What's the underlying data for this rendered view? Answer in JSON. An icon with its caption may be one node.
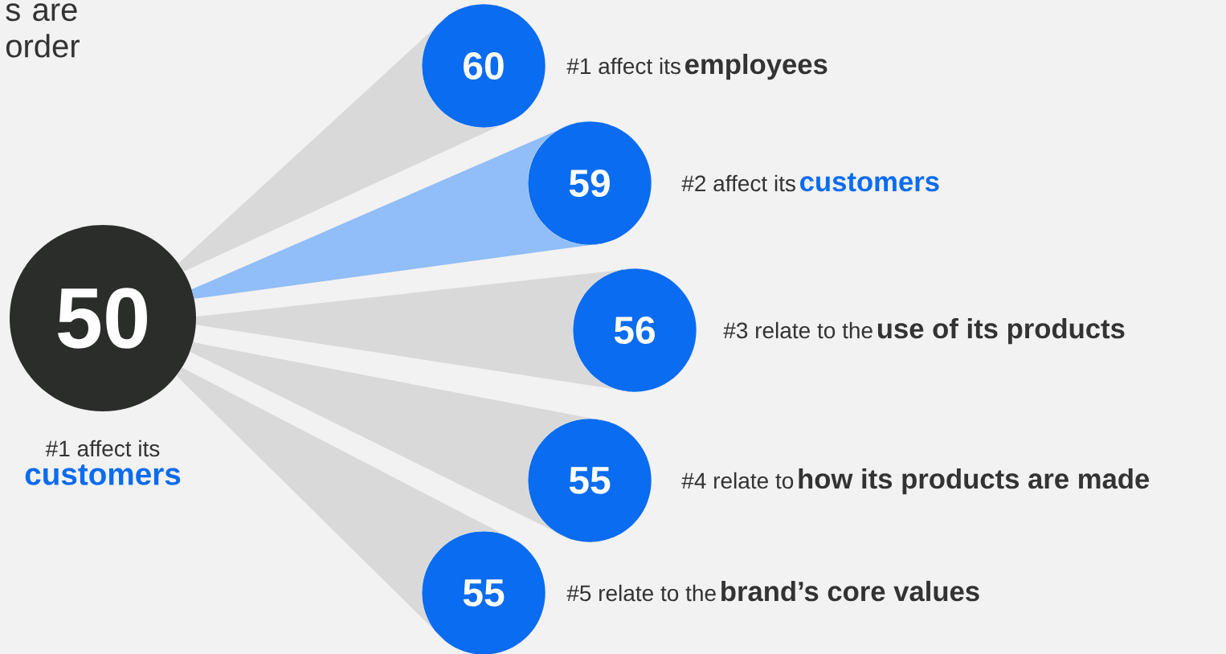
{
  "diagram": {
    "nodes": [
      {
        "text": [
          "50"
        ],
        "beside": [
          "#1 affect its",
          "customers"
        ]
      },
      {
        "text": [
          "60"
        ],
        "beside": [
          "#1 affect its",
          "employees"
        ]
      },
      {
        "text": [
          "59"
        ],
        "beside": [
          "#2 affect its",
          "customers"
        ]
      },
      {
        "text": [
          "56"
        ],
        "beside": [
          "#3 relate to the",
          "use of its products"
        ]
      },
      {
        "text": [
          "55"
        ],
        "beside": [
          "#4 relate to",
          "how its products are made"
        ]
      },
      {
        "text": [
          "55"
        ],
        "beside": [
          "#5 relate to the",
          "brand’s core values"
        ]
      }
    ],
    "edges": [
      {
        "from": 0,
        "to": 1,
        "arrow": "none"
      },
      {
        "from": 0,
        "to": 2,
        "arrow": "none",
        "color": "#0a6cf0"
      },
      {
        "from": 0,
        "to": 3,
        "arrow": "none"
      },
      {
        "from": 0,
        "to": 4,
        "arrow": "none"
      },
      {
        "from": 0,
        "to": 5,
        "arrow": "none"
      }
    ],
    "labels": [
      "s are order"
    ]
  }
}
